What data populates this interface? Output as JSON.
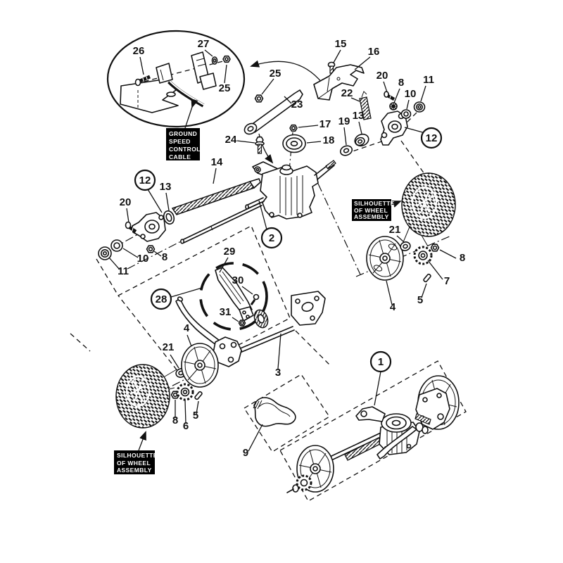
{
  "figure": {
    "type": "exploded-parts-diagram",
    "background": "#ffffff",
    "line_color": "#111111",
    "annotation_boxes": {
      "ground_speed_control_cable": {
        "line1": "GROUND",
        "line2": "SPEED",
        "line3": "CONTROL",
        "line4": "CABLE"
      },
      "silhouette_of_wheel_assembly": {
        "line1": "SILHOUETTE",
        "line2": "OF WHEEL",
        "line3": "ASSEMBLY"
      }
    },
    "callouts": {
      "n26": "26",
      "n27": "27",
      "n25a": "25",
      "n15": "15",
      "n16": "16",
      "n25b": "25",
      "n23": "23",
      "n22": "22",
      "n20a": "20",
      "n8a": "8",
      "n10a": "10",
      "n11a": "11",
      "n24": "24",
      "n17": "17",
      "n19": "19",
      "n13a": "13",
      "n18": "18",
      "n14": "14",
      "n13b": "13",
      "n20b": "20",
      "n10b": "10",
      "n8b": "8",
      "n11b": "11",
      "n21a": "21",
      "n8c": "8",
      "n7": "7",
      "n5a": "5",
      "n4a": "4",
      "n29": "29",
      "n30": "30",
      "n31": "31",
      "n4b": "4",
      "n21b": "21",
      "n8d": "8",
      "n6": "6",
      "n5b": "5",
      "n3": "3",
      "n9": "9"
    },
    "circled_callouts": {
      "c1": "1",
      "c2": "2",
      "c12_right": "12",
      "c12_left": "12",
      "c28": "28"
    }
  }
}
